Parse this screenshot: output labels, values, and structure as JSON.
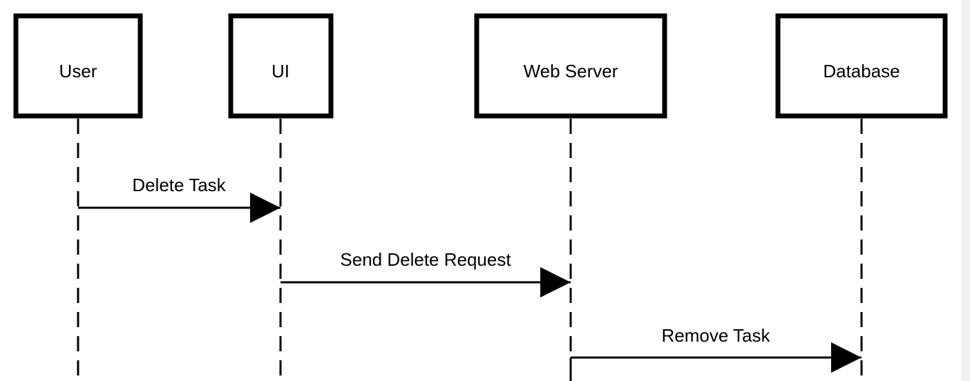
{
  "diagram": {
    "type": "sequence",
    "participants": [
      {
        "id": "user",
        "label": "User"
      },
      {
        "id": "ui",
        "label": "UI"
      },
      {
        "id": "web",
        "label": "Web Server"
      },
      {
        "id": "db",
        "label": "Database"
      }
    ],
    "messages": [
      {
        "from": "user",
        "to": "ui",
        "label": "Delete Task"
      },
      {
        "from": "ui",
        "to": "web",
        "label": "Send Delete Request"
      },
      {
        "from": "web",
        "to": "db",
        "label": "Remove Task"
      }
    ],
    "colors": {
      "stroke": "#000000",
      "background": "#ffffff",
      "scrollbar": "#f1f1f3"
    }
  }
}
